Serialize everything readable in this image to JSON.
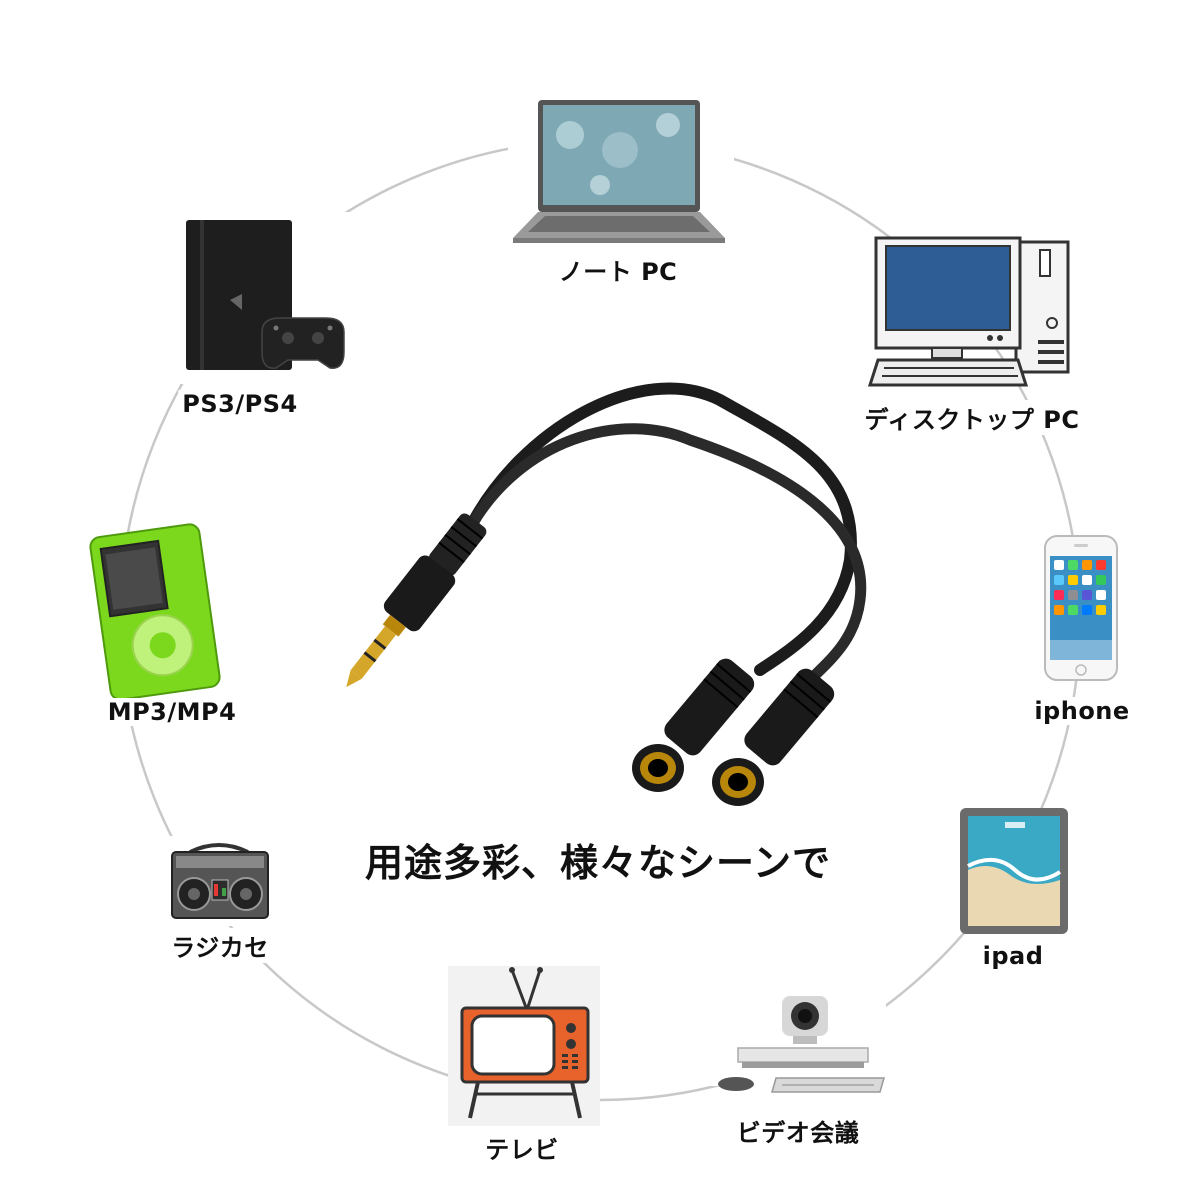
{
  "headline": "用途多彩、様々なシーンで",
  "devices": {
    "laptop": "ノート PC",
    "desktop": "ディスクトップ PC",
    "iphone": "iphone",
    "ipad": "ipad",
    "video_conference": "ビデオ会議",
    "tv": "テレビ",
    "radio_cassette": "ラジカセ",
    "mp3": "MP3/MP4",
    "console": "PS3/PS4"
  },
  "icons": {
    "laptop": "laptop-icon",
    "desktop": "desktop-computer-icon",
    "iphone": "smartphone-icon",
    "ipad": "tablet-icon",
    "video_conference": "video-conference-camera-icon",
    "tv": "retro-tv-icon",
    "radio_cassette": "boombox-icon",
    "mp3": "mp3-player-icon",
    "console": "game-console-icon",
    "product": "audio-splitter-cable-icon"
  }
}
